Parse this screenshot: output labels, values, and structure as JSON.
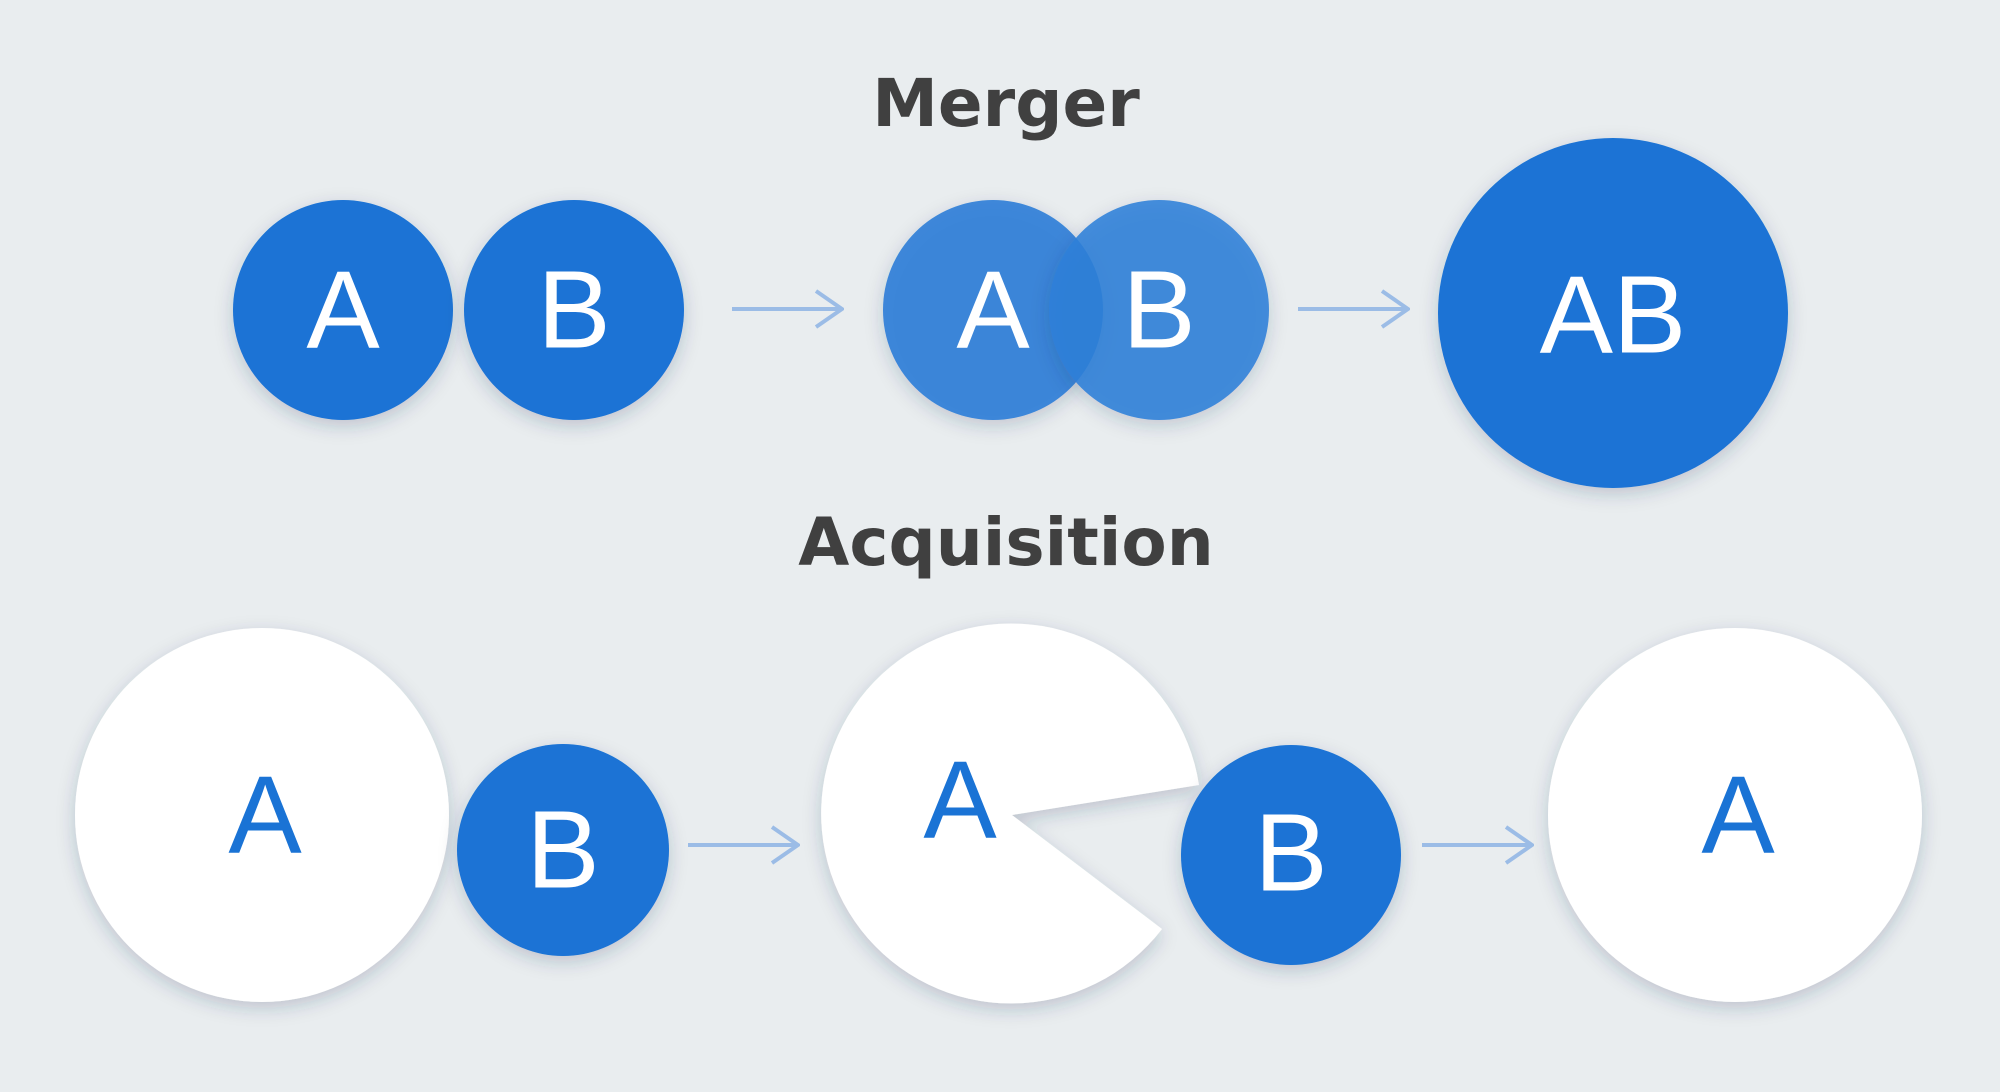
{
  "merger": {
    "title": "Merger",
    "step1": {
      "a_label": "A",
      "b_label": "B"
    },
    "step2": {
      "a_label": "A",
      "b_label": "B"
    },
    "step3": {
      "ab_label": "AB"
    }
  },
  "acquisition": {
    "title": "Acquisition",
    "step1": {
      "a_label": "A",
      "b_label": "B"
    },
    "step2": {
      "a_label": "A",
      "b_label": "B"
    },
    "step3": {
      "a_label": "A"
    }
  },
  "colors": {
    "background": "#e9edef",
    "blue": "#1a73d5",
    "blue_translucent": "#2f7fd8",
    "white": "#ffffff",
    "arrow": "#9bbce6",
    "heading": "#404040"
  }
}
